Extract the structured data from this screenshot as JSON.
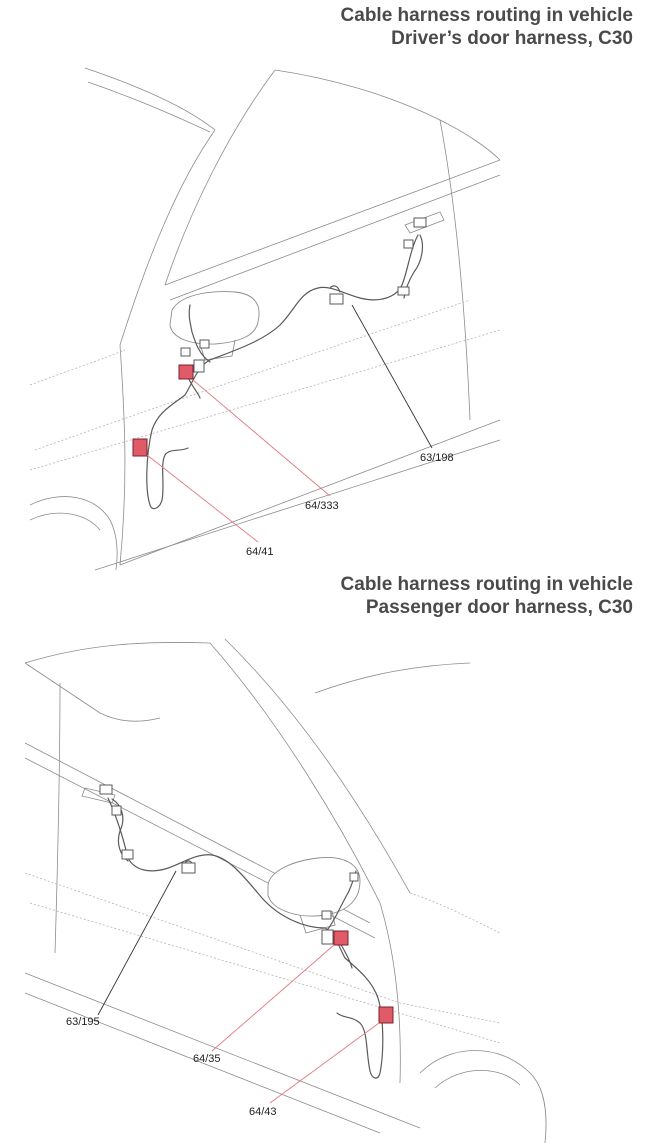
{
  "top": {
    "title_line1": "Cable harness routing in vehicle",
    "title_line2": "Driver’s door harness, C30",
    "callouts": {
      "c1": "63/198",
      "c2": "64/333",
      "c3": "64/41"
    }
  },
  "bottom": {
    "title_line1": "Cable harness routing in vehicle",
    "title_line2": "Passenger door harness, C30",
    "callouts": {
      "c1": "63/195",
      "c2": "64/35",
      "c3": "64/43"
    }
  },
  "colors": {
    "line": "#8c8c8c",
    "dotted": "#b4b4b4",
    "harness": "#5a5a5a",
    "connector_fill": "#ffffff",
    "highlight": "#e05a68",
    "leader_highlight": "#e37b84",
    "leader_plain": "#333333"
  }
}
